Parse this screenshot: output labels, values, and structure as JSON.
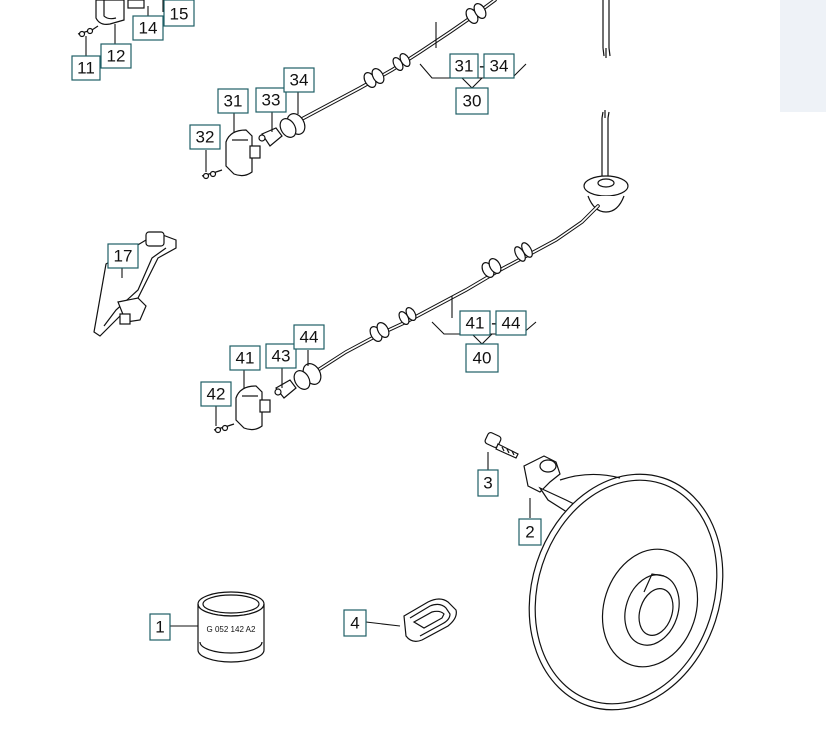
{
  "diagram": {
    "callouts": {
      "c11": "11",
      "c12": "12",
      "c14": "14",
      "c15": "15",
      "c31a": "31",
      "c34a": "34",
      "c30": "30",
      "c31": "31",
      "c33": "33",
      "c34": "34",
      "c32": "32",
      "c17": "17",
      "c41a": "41",
      "c44a": "44",
      "c40": "40",
      "c41": "41",
      "c43": "43",
      "c44": "44",
      "c42": "42",
      "c3": "3",
      "c2": "2",
      "c1": "1",
      "c4": "4"
    },
    "range_separator": "-",
    "part_marking": "G 052 142 A2"
  },
  "colors": {
    "callout_border": "#1f5f66",
    "line": "#111111",
    "side_panel": "#eef2f7"
  }
}
